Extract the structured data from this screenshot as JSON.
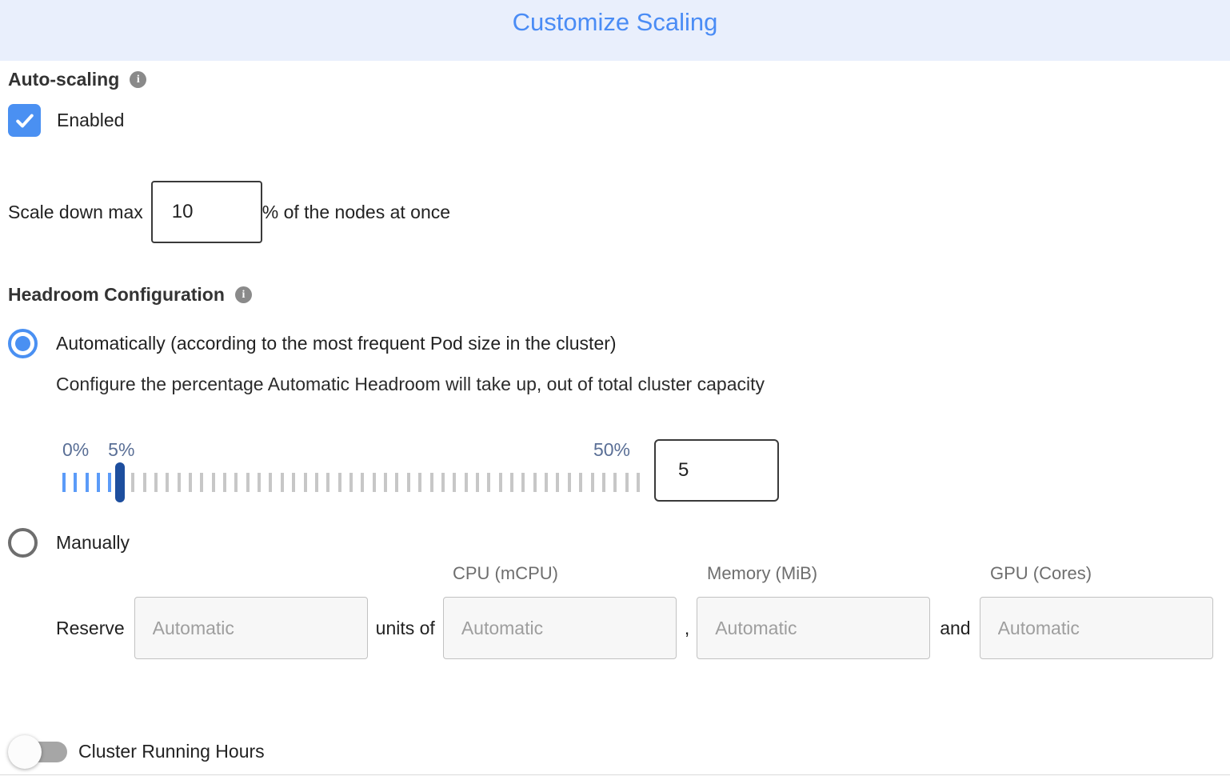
{
  "header": {
    "title": "Customize Scaling"
  },
  "colors": {
    "accent_blue": "#4a8cf5",
    "header_bg": "#e9effc",
    "checkbox_blue": "#4a90f2",
    "tick_blue": "#5b9bf8",
    "tick_gray": "#c7c7c7",
    "handle_navy": "#1d4e9e",
    "slider_label": "#5a6f96"
  },
  "auto_scaling": {
    "label": "Auto-scaling",
    "checkbox_checked": true,
    "enabled_label": "Enabled"
  },
  "scale_down": {
    "prefix": "Scale down max",
    "value": "10",
    "suffix": "% of the nodes at once"
  },
  "headroom": {
    "label": "Headroom Configuration",
    "auto_option_label": "Automatically (according to the most frequent Pod size in the cluster)",
    "auto_option_selected": true,
    "auto_description": "Configure the percentage Automatic Headroom will take up, out of total cluster capacity",
    "slider": {
      "min_label": "0%",
      "selected_label": "5%",
      "max_label": "50%",
      "tick_count": 51,
      "selected_index": 5,
      "value": "5"
    },
    "manual_option_label": "Manually",
    "manual_option_selected": false,
    "manual": {
      "columns": {
        "cpu": "CPU (mCPU)",
        "memory": "Memory (MiB)",
        "gpu": "GPU (Cores)"
      },
      "reserve_label": "Reserve",
      "units_of_label": "units of",
      "comma": ",",
      "and_label": "and",
      "placeholder": "Automatic"
    }
  },
  "cluster_running_hours": {
    "label": "Cluster Running Hours",
    "toggle_on": false
  }
}
